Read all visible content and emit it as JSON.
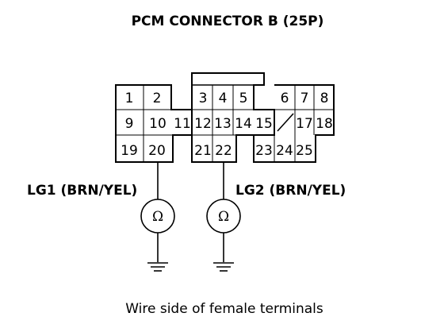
{
  "diagram": {
    "title": "PCM CONNECTOR B (25P)",
    "caption": "Wire side of female terminals",
    "pins": [
      "1",
      "2",
      "3",
      "4",
      "5",
      "6",
      "7",
      "8",
      "9",
      "10",
      "11",
      "12",
      "13",
      "14",
      "15",
      "17",
      "18",
      "19",
      "20",
      "21",
      "22",
      "23",
      "24",
      "25"
    ],
    "meters": [
      {
        "label": "LG1 (BRN/YEL)",
        "symbol": "Ω",
        "terminal": "20"
      },
      {
        "label": "LG2 (BRN/YEL)",
        "symbol": "Ω",
        "terminal": "22"
      }
    ]
  }
}
